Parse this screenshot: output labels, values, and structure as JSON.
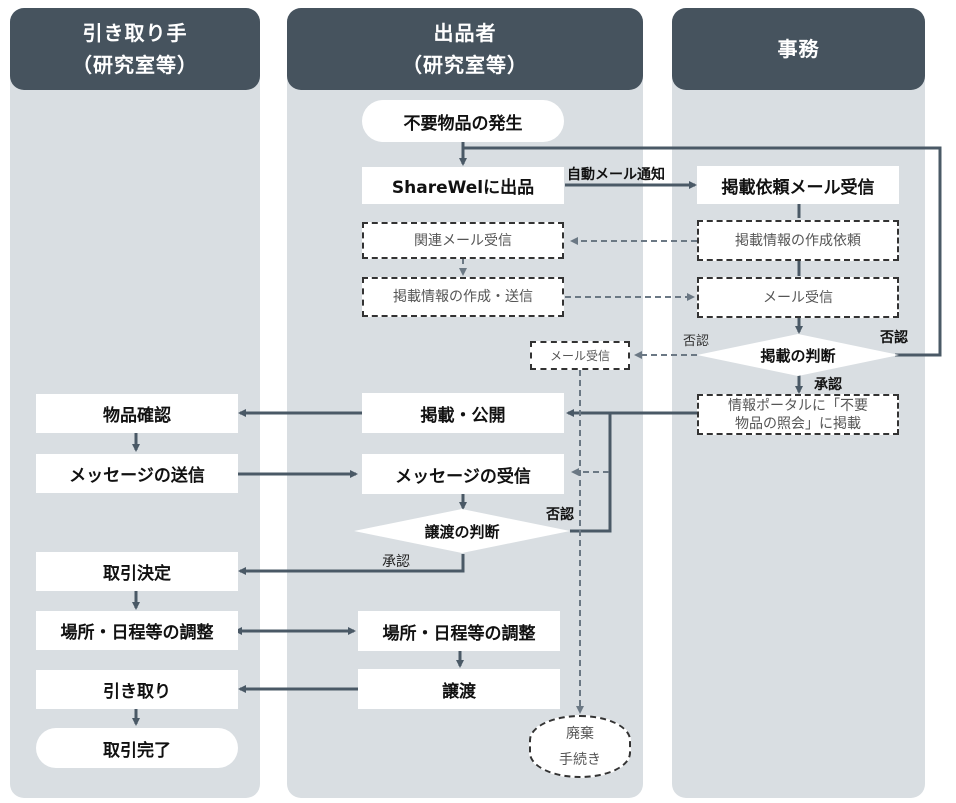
{
  "lanes": {
    "receiver": {
      "line1": "引き取り手",
      "line2": "（研究室等）"
    },
    "seller": {
      "line1": "出品者",
      "line2": "（研究室等）"
    },
    "office": {
      "line1": "事務"
    }
  },
  "seller_steps": {
    "start": "不要物品の発生",
    "listing": "ShareWelに出品",
    "related_mail": "関連メール受信",
    "create_info": "掲載情報の作成・送信",
    "mail_recv_small": "メール受信",
    "publish": "掲載・公開",
    "msg_recv": "メッセージの受信",
    "transfer_decision": "譲渡の判断",
    "adjust": "場所・日程等の調整",
    "transfer": "譲渡",
    "disposal_1": "廃棄",
    "disposal_2": "手続き"
  },
  "office_steps": {
    "request_mail": "掲載依頼メール受信",
    "info_request": "掲載情報の作成依頼",
    "mail_recv": "メール受信",
    "decision": "掲載の判断",
    "portal_1": "情報ポータルに「不要",
    "portal_2": "物品の照会」に掲載"
  },
  "receiver_steps": {
    "check": "物品確認",
    "send_msg": "メッセージの送信",
    "decide": "取引決定",
    "adjust": "場所・日程等の調整",
    "pickup": "引き取り",
    "complete": "取引完了"
  },
  "edge_labels": {
    "auto_mail": "自動メール通知",
    "reject_right": "否認",
    "reject_left": "否認",
    "approve_office": "承認",
    "reject_transfer": "否認",
    "approve_transfer": "承認"
  },
  "colors": {
    "lane_bg": "#d9dee2",
    "lane_header": "#46535e",
    "arrow": "#4a5966"
  }
}
